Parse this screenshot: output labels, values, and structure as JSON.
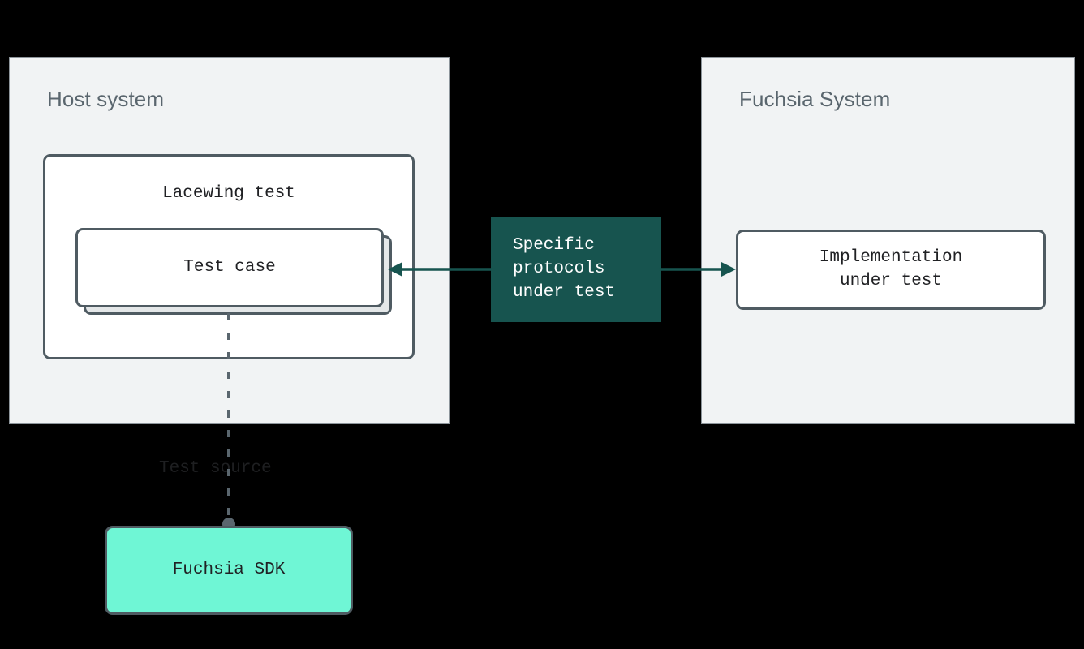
{
  "diagram": {
    "background_color": "#000000",
    "panel_background": "#f1f3f4",
    "panel_border": "#8d959b",
    "node_border": "#4f5b62",
    "accent_teal": "#17544f",
    "accent_mint": "#6ff6d5",
    "title_color": "#5a666e"
  },
  "panels": [
    {
      "id": "host",
      "title": "Host system"
    },
    {
      "id": "device",
      "title": "Fuchsia System"
    }
  ],
  "nodes": {
    "lacewing_test": "Lacewing test",
    "test_case": "Test case",
    "protocols": "Specific\nprotocols\nunder test",
    "implementation": "Implementation\nunder test",
    "fuchsia_sdk": "Fuchsia SDK"
  },
  "connectors": {
    "test_source_label": "Test source",
    "protocols_to_testcase": "arrow pointing left into Test case",
    "protocols_to_implementation": "arrow pointing right into Implementation under test",
    "sdk_to_testcase": "dotted line from Fuchsia SDK to Test case"
  }
}
